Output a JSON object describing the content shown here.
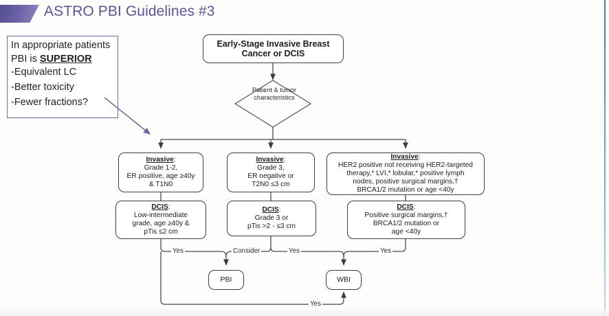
{
  "slide": {
    "title": "ASTRO PBI Guidelines #3",
    "accent_purple": "#5b5596",
    "accent_blue_rule": "#73aeca"
  },
  "callout": {
    "line1": "In appropriate patients",
    "line2_prefix": "PBI is ",
    "line2_emphasis": "SUPERIOR",
    "bullet1": "-Equivalent LC",
    "bullet2": "-Better toxicity",
    "bullet3": "-Fewer fractions?",
    "border_color": "#6f6a9e"
  },
  "flowchart": {
    "type": "decision-tree",
    "start": {
      "label_line1": "Early-Stage Invasive Breast",
      "label_line2": "Cancer or DCIS"
    },
    "decision": {
      "line1": "Patient & tumor",
      "line2": "characteristics"
    },
    "invasive_branches": [
      {
        "header": "Invasive",
        "header_suffix": ":",
        "lines": [
          "Grade 1-2,",
          "ER positive, age ≥40y",
          "& T1N0"
        ]
      },
      {
        "header": "Invasive",
        "header_suffix": ":",
        "lines": [
          "Grade 3,",
          "ER negative or",
          "T2N0 ≤3 cm"
        ]
      },
      {
        "header": "Invasive",
        "header_suffix": ":",
        "lines": [
          "HER2 positive not receiving HER2-targeted",
          "therapy,* LVI,* lobular,* positive lymph",
          "nodes, positive surgical margins,†",
          "BRCA1/2 mutation or age <40y"
        ]
      }
    ],
    "dcis_branches": [
      {
        "header": "DCIS",
        "header_suffix": ":",
        "lines": [
          "Low-intermediate",
          "grade, age ≥40y &",
          "pTis ≤2 cm"
        ]
      },
      {
        "header": "DCIS",
        "header_suffix": ":",
        "lines": [
          "Grade 3 or",
          "pTis >2 - ≤3 cm"
        ]
      },
      {
        "header": "DCIS",
        "header_suffix": ":",
        "lines": [
          "Positive surgical margins,†",
          "BRCA1/2 mutation or",
          "age <40y"
        ]
      }
    ],
    "outcomes": {
      "pbi": "PBI",
      "wbi": "WBI"
    },
    "edge_labels": {
      "branch1_yes": "Yes",
      "branch2_consider": "Consider",
      "branch2_yes": "Yes",
      "branch3_yes": "Yes",
      "bottom_yes": "Yes"
    }
  }
}
